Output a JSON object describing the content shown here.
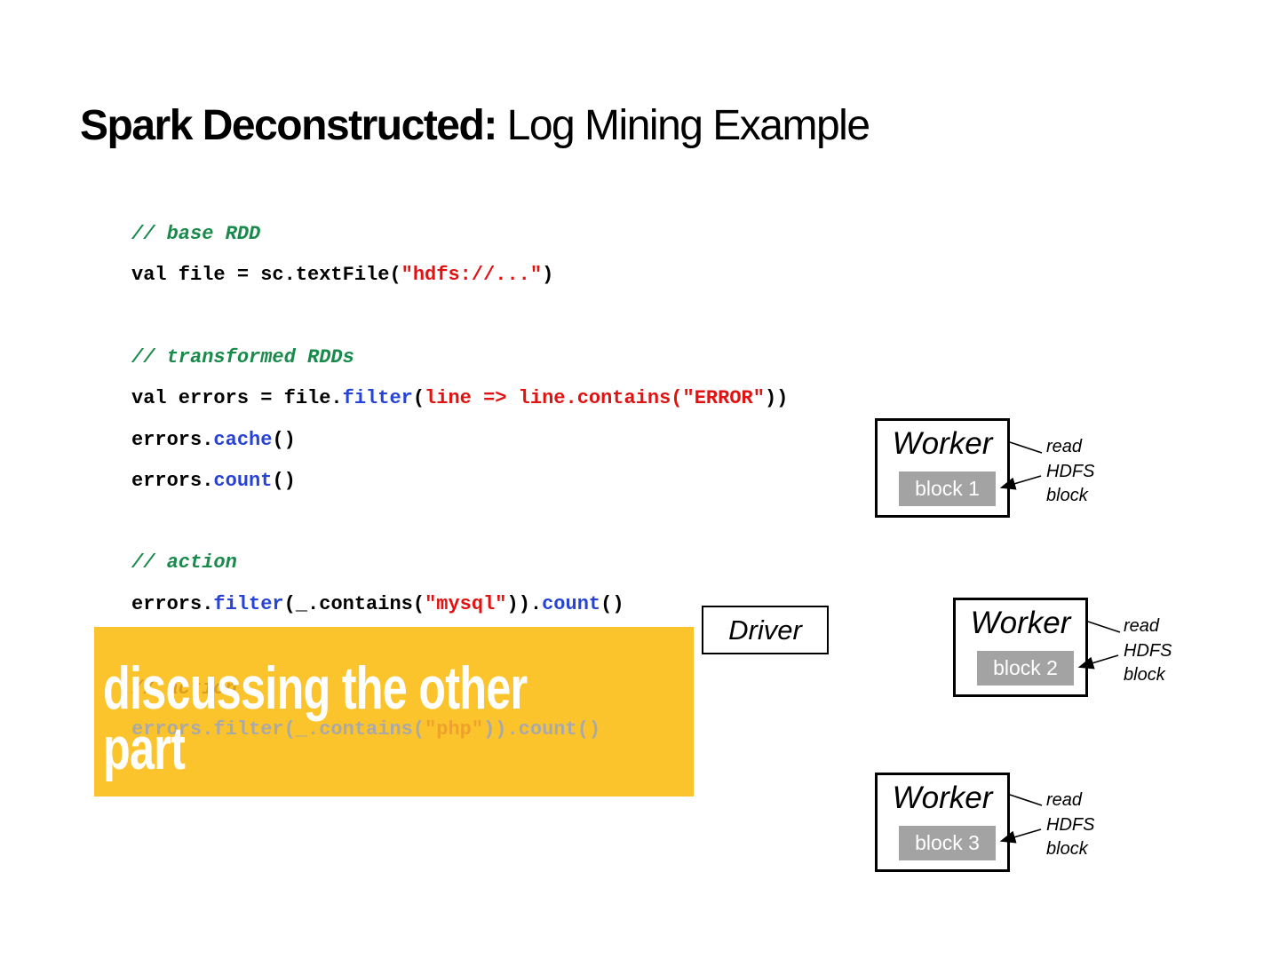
{
  "slide": {
    "title_bold": "Spark Deconstructed:",
    "title_rest": " Log Mining Example"
  },
  "code": {
    "c1": "// base RDD",
    "l1": {
      "s0": "val file = sc.textFile(",
      "s1": "\"hdfs://...\"",
      "s2": ")"
    },
    "c2": "// transformed RDDs",
    "l2": {
      "s0": "val errors = file.",
      "s1": "filter",
      "s2": "(",
      "s3": "line => line.contains(\"ERROR\"",
      "s4": "))"
    },
    "l3": {
      "s0": "errors.",
      "s1": "cache",
      "s2": "()"
    },
    "l4": {
      "s0": "errors.",
      "s1": "count",
      "s2": "()"
    },
    "c3": "// action",
    "l5": {
      "s0": "errors.",
      "s1": "filter",
      "s2": "(_.contains(",
      "s3": "\"mysql\"",
      "s4": ")).",
      "s5": "count",
      "s6": "()"
    }
  },
  "overlay": {
    "text": "discussing the other part",
    "hidden_comment": "// action",
    "hidden_code": {
      "s0": "errors.filter(_.contains(",
      "s1": "\"php\"",
      "s2": ")).count()"
    },
    "bg_color": "#FCC42C"
  },
  "diagram": {
    "driver_label": "Driver",
    "workers": [
      {
        "label": "Worker",
        "block": "block 1",
        "note": "read\nHDFS\nblock"
      },
      {
        "label": "Worker",
        "block": "block 2",
        "note": "read\nHDFS\nblock"
      },
      {
        "label": "Worker",
        "block": "block 3",
        "note": "read\nHDFS\nblock"
      }
    ],
    "block_bg": "#A3A3A3"
  },
  "colors": {
    "comment_green": "#1A8A4C",
    "keyword_blue": "#2742D6",
    "string_red": "#E01212",
    "faded_grey": "#A9A9A9",
    "faded_orange": "#EFA02F"
  }
}
